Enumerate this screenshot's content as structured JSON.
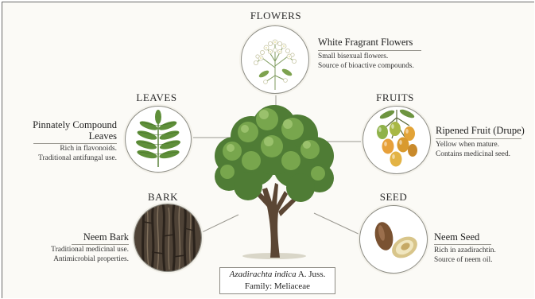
{
  "flowers": {
    "title": "FLOWERS",
    "heading": "White Fragrant Flowers",
    "desc": [
      "Small bisexual flowers.",
      "Source of bioactive compounds."
    ],
    "icon": "flower-cluster-icon"
  },
  "leaves": {
    "title": "LEAVES",
    "heading": [
      "Pinnately Compound",
      "Leaves"
    ],
    "desc": [
      "Rich in flavonoids.",
      "Traditional antifungal use."
    ],
    "icon": "compound-leaf-icon"
  },
  "fruits": {
    "title": "FRUITS",
    "heading": "Ripened Fruit (Drupe)",
    "desc": [
      "Yellow when mature.",
      "Contains medicinal seed."
    ],
    "icon": "drupe-fruit-icon"
  },
  "bark": {
    "title": "BARK",
    "heading": "Neem Bark",
    "desc": [
      "Traditional medicinal use.",
      "Antimicrobial properties."
    ],
    "icon": "bark-texture-icon"
  },
  "seed": {
    "title": "SEED",
    "heading": "Neem Seed",
    "desc": [
      "Rich in azadirachtin.",
      "Source of neem oil."
    ],
    "icon": "seed-icon"
  },
  "caption": {
    "species": "Azadirachta indica",
    "authority": " A. Juss.",
    "family": "Family: Meliaceae"
  },
  "colors": {
    "leaf_green": "#5f8f3a",
    "bark_brown": "#4a3b2c",
    "fruit_yellow": "#e0b040",
    "line_gray": "#9a9890"
  }
}
